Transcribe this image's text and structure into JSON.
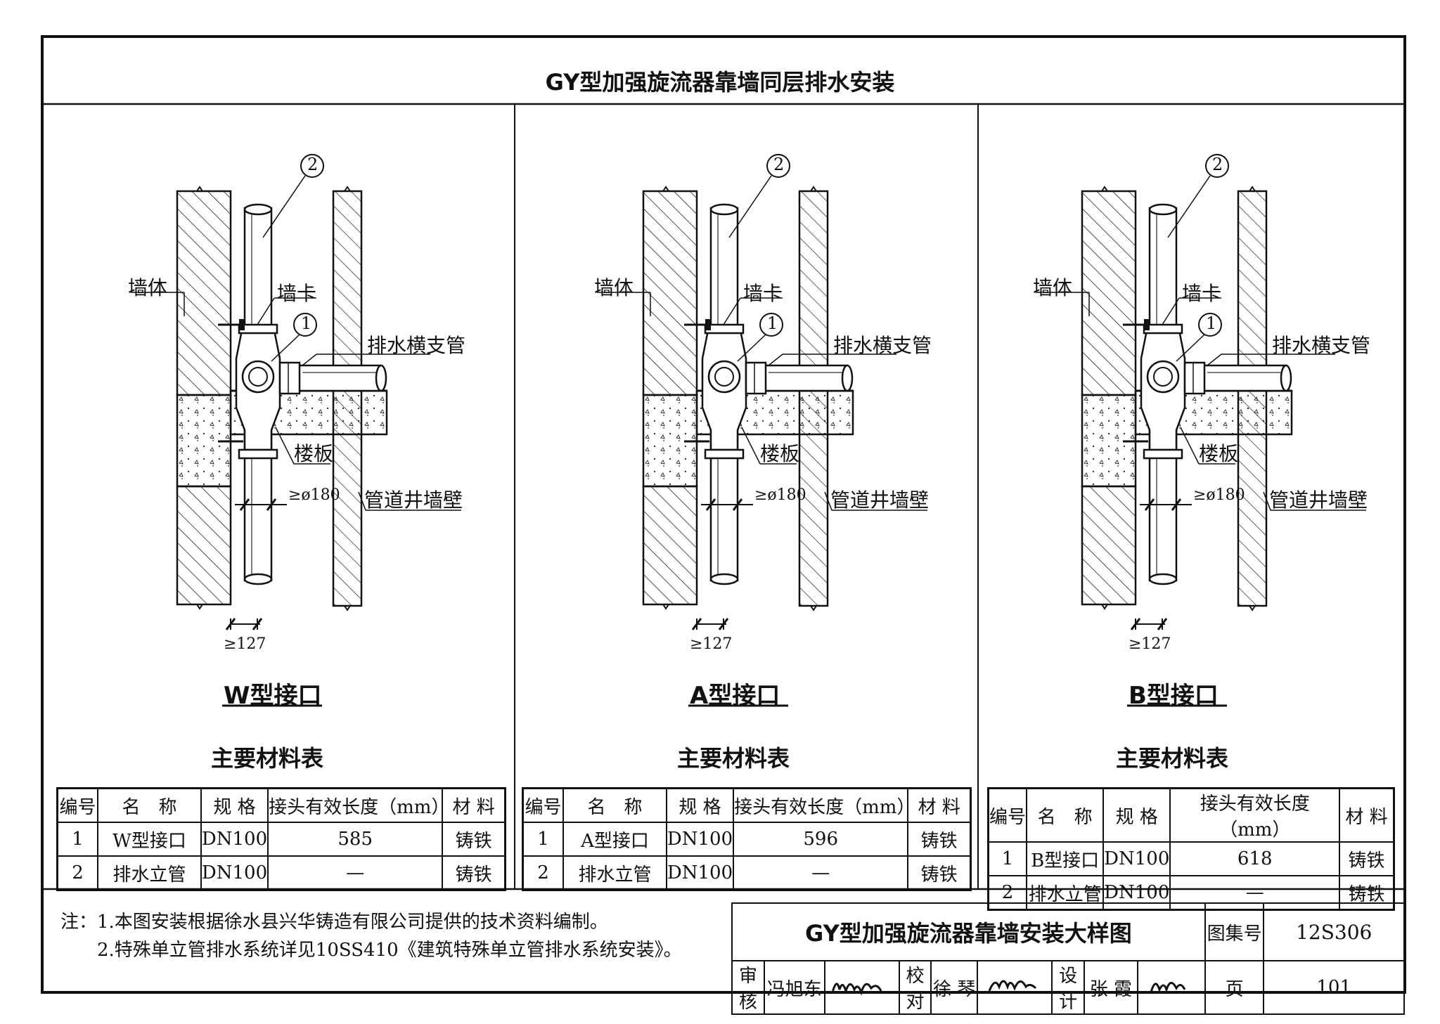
{
  "header_title": "GY型加强旋流器靠墙同层排水安装",
  "labels": {
    "wall": "墙体",
    "clamp": "墙卡",
    "branch": "排水横支管",
    "slab": "楼板",
    "shaft": "管道井墙壁",
    "dia": "≥ø180",
    "gap": "≥127",
    "c1": "1",
    "c2": "2"
  },
  "panels": [
    {
      "subtitle": "W型接口",
      "table_title": "主要材料表",
      "rows": [
        {
          "no": "1",
          "name": "W型接口",
          "spec": "DN100",
          "len": "585",
          "mat": "铸铁"
        },
        {
          "no": "2",
          "name": "排水立管",
          "spec": "DN100",
          "len": "—",
          "mat": "铸铁"
        }
      ]
    },
    {
      "subtitle": "A型接口",
      "table_title": "主要材料表",
      "rows": [
        {
          "no": "1",
          "name": "A型接口",
          "spec": "DN100",
          "len": "596",
          "mat": "铸铁"
        },
        {
          "no": "2",
          "name": "排水立管",
          "spec": "DN100",
          "len": "—",
          "mat": "铸铁"
        }
      ]
    },
    {
      "subtitle": "B型接口",
      "table_title": "主要材料表",
      "rows": [
        {
          "no": "1",
          "name": "B型接口",
          "spec": "DN100",
          "len": "618",
          "mat": "铸铁"
        },
        {
          "no": "2",
          "name": "排水立管",
          "spec": "DN100",
          "len": "—",
          "mat": "铸铁"
        }
      ]
    }
  ],
  "table_headers": {
    "no": "编号",
    "name": "名　称",
    "spec": "规 格",
    "len": "接头有效长度（mm）",
    "mat": "材 料"
  },
  "notes": [
    "注：1.本图安装根据徐水县兴华铸造有限公司提供的技术资料编制。",
    "2.特殊单立管排水系统详见10SS410《建筑特殊单立管排水系统安装》。"
  ],
  "title_block": {
    "drawing_title": "GY型加强旋流器靠墙安装大样图",
    "atlas_label": "图集号",
    "atlas_no": "12S306",
    "review_label": "审核",
    "reviewer": "冯旭东",
    "check_label": "校对",
    "checker": "徐 琴",
    "design_label": "设计",
    "designer": "张 霞",
    "page_label": "页",
    "page_no": "101"
  }
}
